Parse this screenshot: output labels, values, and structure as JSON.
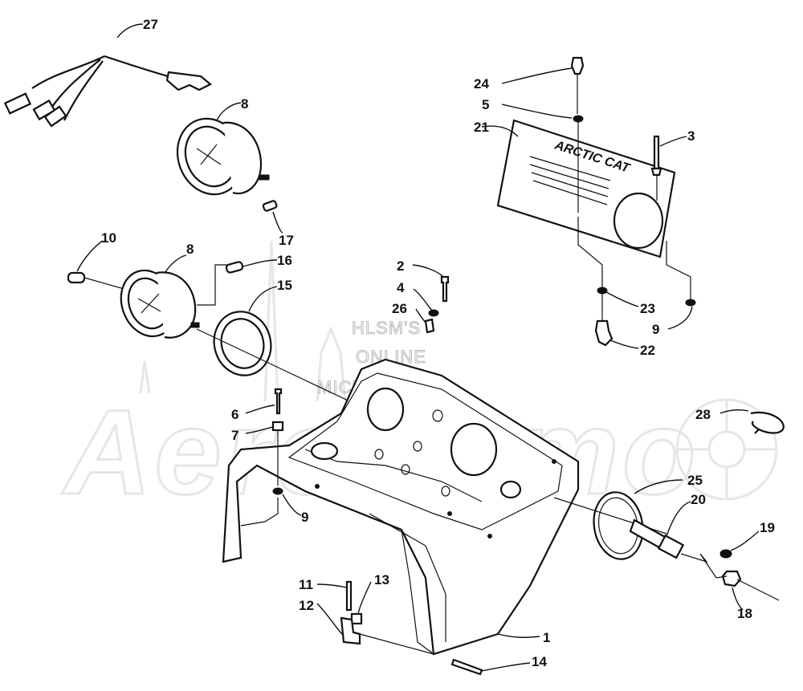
{
  "watermark": {
    "brand": "AeroRamo",
    "line1": "HLSM'S",
    "line2": "ONLINE",
    "line3": "MICROFICHE"
  },
  "badge": {
    "brand_text": "ARCTIC CAT"
  },
  "callouts": [
    {
      "id": "c1",
      "label": "1"
    },
    {
      "id": "c2",
      "label": "2"
    },
    {
      "id": "c3",
      "label": "3"
    },
    {
      "id": "c4",
      "label": "4"
    },
    {
      "id": "c5",
      "label": "5"
    },
    {
      "id": "c6",
      "label": "6"
    },
    {
      "id": "c7",
      "label": "7"
    },
    {
      "id": "c8a",
      "label": "8"
    },
    {
      "id": "c8b",
      "label": "8"
    },
    {
      "id": "c9a",
      "label": "9"
    },
    {
      "id": "c9b",
      "label": "9"
    },
    {
      "id": "c10",
      "label": "10"
    },
    {
      "id": "c11",
      "label": "11"
    },
    {
      "id": "c12",
      "label": "12"
    },
    {
      "id": "c13",
      "label": "13"
    },
    {
      "id": "c14",
      "label": "14"
    },
    {
      "id": "c15",
      "label": "15"
    },
    {
      "id": "c16",
      "label": "16"
    },
    {
      "id": "c17",
      "label": "17"
    },
    {
      "id": "c18",
      "label": "18"
    },
    {
      "id": "c19",
      "label": "19"
    },
    {
      "id": "c20",
      "label": "20"
    },
    {
      "id": "c21",
      "label": "21"
    },
    {
      "id": "c22",
      "label": "22"
    },
    {
      "id": "c23",
      "label": "23"
    },
    {
      "id": "c24",
      "label": "24"
    },
    {
      "id": "c25",
      "label": "25"
    },
    {
      "id": "c26",
      "label": "26"
    },
    {
      "id": "c27",
      "label": "27"
    },
    {
      "id": "c28",
      "label": "28"
    }
  ]
}
